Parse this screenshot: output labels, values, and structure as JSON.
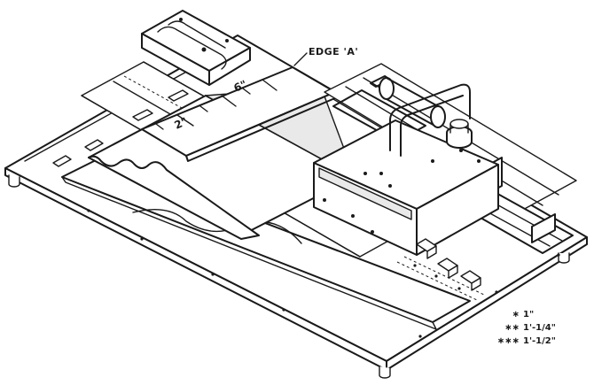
{
  "diagram": {
    "callout_edge": "EDGE 'A'",
    "ruler_mark_6": "6\"",
    "ruler_mark_2": "2\"",
    "legend": [
      {
        "marker": "∗",
        "size": "1\""
      },
      {
        "marker": "∗∗",
        "size": "1'-1/4\""
      },
      {
        "marker": "∗∗∗",
        "size": "1'-1/2\""
      }
    ]
  }
}
